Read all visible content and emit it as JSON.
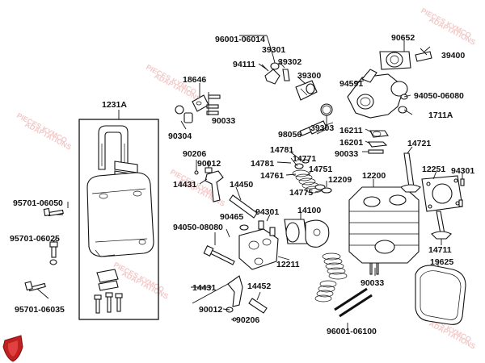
{
  "watermark": {
    "text_line1": "PIECES KYMCO",
    "text_line2": "ADAPTATIONS"
  },
  "labels": {
    "l_1231A": "1231A",
    "l_95701_06050": "95701-06050",
    "l_95701_06025": "95701-06025",
    "l_95701_06035": "95701-06035",
    "l_18646": "18646",
    "l_90304": "90304",
    "l_90033a": "90033",
    "l_90206a": "90206",
    "l_90012a": "90012",
    "l_14431a": "14431",
    "l_14450": "14450",
    "l_94050_08080": "94050-08080",
    "l_90465": "90465",
    "l_94301": "94301",
    "l_14100": "14100",
    "l_12211": "12211",
    "l_14431b": "14431",
    "l_14452": "14452",
    "l_90012b": "90012",
    "l_90206b": "90206",
    "l_96001_06014": "96001-06014",
    "l_39301": "39301",
    "l_94111": "94111",
    "l_39302": "39302",
    "l_39300": "39300",
    "l_98056": "98056",
    "l_39303": "39303",
    "l_14781a": "14781",
    "l_14771": "14771",
    "l_14781b": "14781",
    "l_14751": "14751",
    "l_14761": "14761",
    "l_12209": "12209",
    "l_14775": "14775",
    "l_90652": "90652",
    "l_39400": "39400",
    "l_94591": "94591",
    "l_94050_06080": "94050-06080",
    "l_1711A": "1711A",
    "l_16211": "16211",
    "l_16201": "16201",
    "l_90033b": "90033",
    "l_14721": "14721",
    "l_12200": "12200",
    "l_12251": "12251",
    "l_94301b": "94301",
    "l_14711": "14711",
    "l_19625": "19625",
    "l_90033c": "90033",
    "l_96001_06100": "96001-06100"
  },
  "logo": {
    "color": "#c0201f",
    "icon": "brand-shield-icon"
  }
}
